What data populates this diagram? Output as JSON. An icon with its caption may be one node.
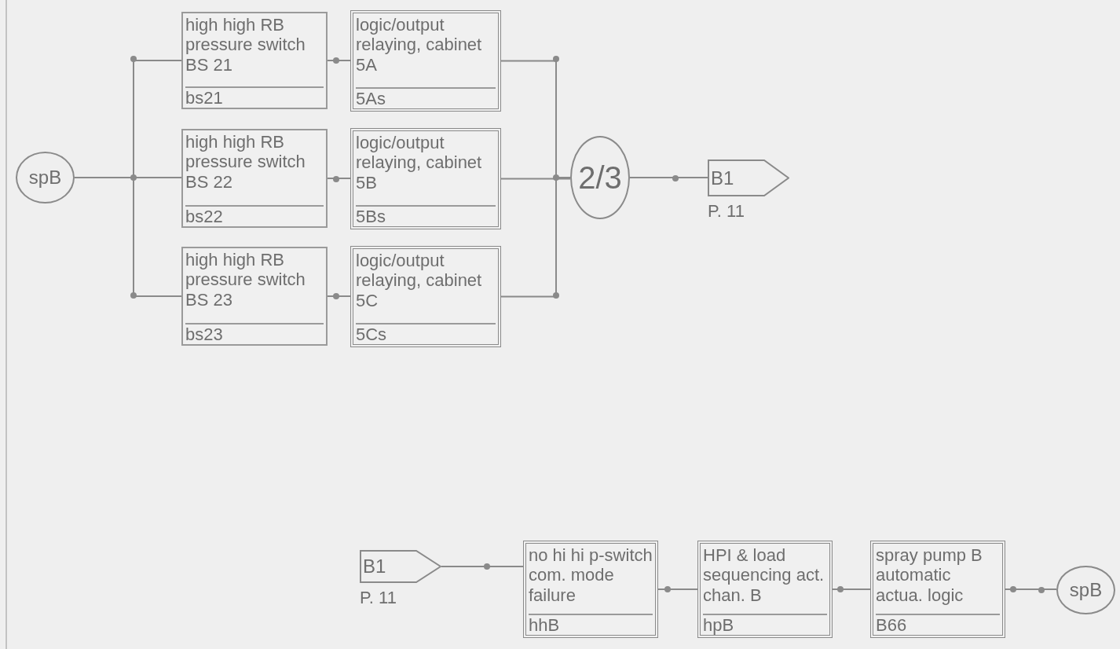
{
  "diagram": {
    "nodes": [
      {
        "text": [
          "spB"
        ]
      },
      {
        "text": [
          "high high RB pressure switch BS 21",
          "bs21"
        ]
      },
      {
        "text": [
          "logic/output relaying, cabinet 5A",
          "5As"
        ]
      },
      {
        "text": [
          "high high RB pressure switch BS 22",
          "bs22"
        ]
      },
      {
        "text": [
          "logic/output relaying, cabinet 5B",
          "5Bs"
        ]
      },
      {
        "text": [
          "high high RB pressure switch BS 23",
          "bs23"
        ]
      },
      {
        "text": [
          "logic/output relaying, cabinet 5C",
          "5Cs"
        ]
      },
      {
        "text": [
          "2/3"
        ]
      },
      {
        "text": [
          "B1"
        ],
        "beside": [
          "P. 11"
        ]
      },
      {
        "text": [
          "B1"
        ],
        "beside": [
          "P. 11"
        ]
      },
      {
        "text": [
          "no hi hi p-switch com. mode failure",
          "hhB"
        ]
      },
      {
        "text": [
          "HPI & load sequencing act. chan. B",
          "hpB"
        ]
      },
      {
        "text": [
          "spray pump B automatic actua. logic",
          "B66"
        ]
      },
      {
        "text": [
          "spB"
        ]
      }
    ],
    "edges": [
      {
        "from": 0,
        "to": 1,
        "arrow": "none"
      },
      {
        "from": 0,
        "to": 3,
        "arrow": "none"
      },
      {
        "from": 0,
        "to": 5,
        "arrow": "none"
      },
      {
        "from": 1,
        "to": 2,
        "arrow": "none"
      },
      {
        "from": 3,
        "to": 4,
        "arrow": "none"
      },
      {
        "from": 5,
        "to": 6,
        "arrow": "none"
      },
      {
        "from": 2,
        "to": 7,
        "arrow": "none"
      },
      {
        "from": 4,
        "to": 7,
        "arrow": "none"
      },
      {
        "from": 6,
        "to": 7,
        "arrow": "none"
      },
      {
        "from": 7,
        "to": 8,
        "arrow": "none"
      },
      {
        "from": 9,
        "to": 10,
        "arrow": "none"
      },
      {
        "from": 10,
        "to": 11,
        "arrow": "none"
      },
      {
        "from": 11,
        "to": 12,
        "arrow": "none"
      },
      {
        "from": 12,
        "to": 13,
        "arrow": "none"
      }
    ]
  }
}
